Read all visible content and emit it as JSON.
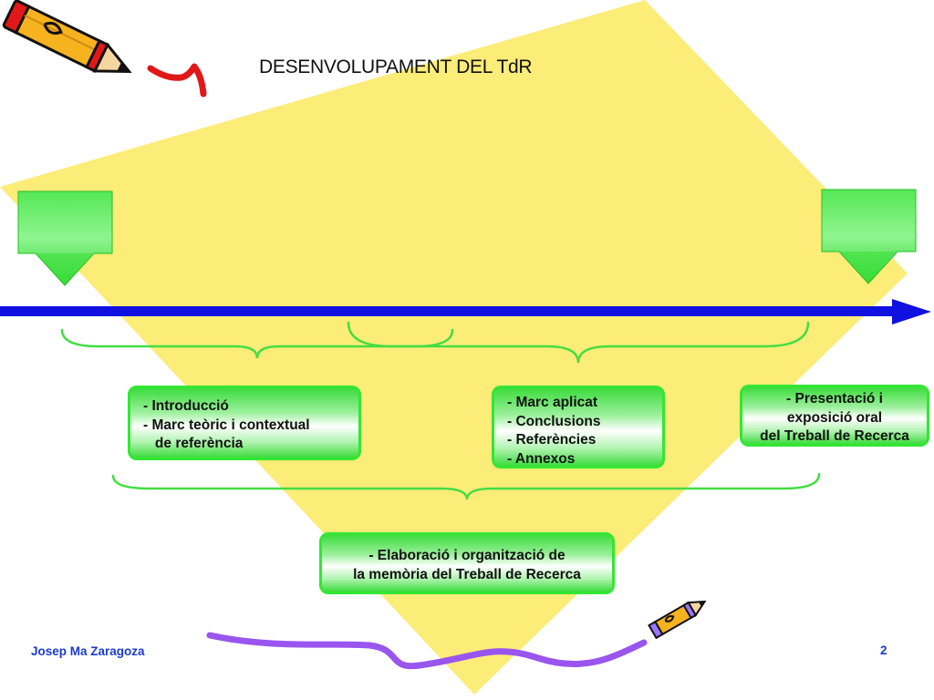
{
  "slide": {
    "title": "DESENVOLUPAMENT DEL TdR",
    "author": "Josep Ma Zaragoza",
    "page_number": "2"
  },
  "boxes": {
    "left": [
      "- Introducció",
      "- Marc teòric i contextual",
      "   de referència"
    ],
    "middle": [
      "- Marc aplicat",
      "- Conclusions",
      "- Referències",
      "- Annexos"
    ],
    "right": [
      "- Presentació i",
      "exposició oral",
      "del Treball de Recerca"
    ],
    "bottom": [
      "- Elaboració i organització de",
      "la memòria del Treball de Recerca"
    ]
  },
  "colors": {
    "background_diamond": "#fcec78",
    "timeline_arrow": "#1010e0",
    "box_border": "#33e633",
    "braces": "#44dd44",
    "squiggle": "#9955ee",
    "footer_text": "#1a3bcc"
  },
  "icons": [
    "pencil-icon",
    "down-arrow-icon"
  ]
}
